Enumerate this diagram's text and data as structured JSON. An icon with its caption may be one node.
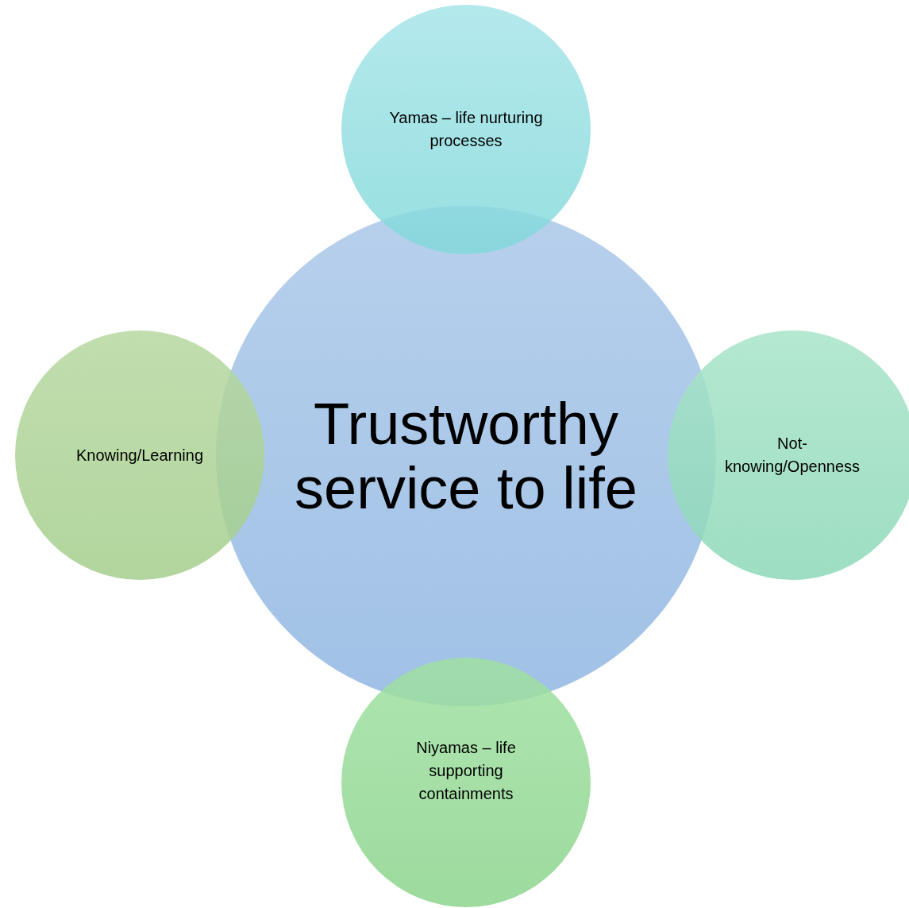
{
  "diagram": {
    "nodes": [
      {
        "text": [
          "Yamas – life nurturing processes"
        ]
      },
      {
        "text": [
          "Knowing/Learning"
        ]
      },
      {
        "text": [
          "Trustworthy service to life"
        ]
      },
      {
        "text": [
          "Not- knowing/Openness"
        ]
      },
      {
        "text": [
          "Niyamas – life supporting containments"
        ]
      }
    ]
  }
}
